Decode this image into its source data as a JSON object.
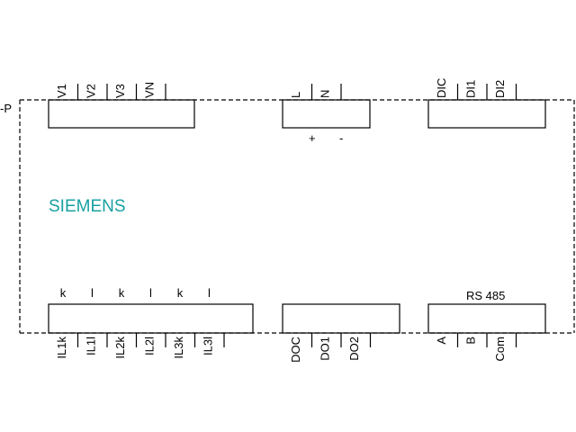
{
  "device": {
    "tag": "-P",
    "brand": "SIEMENS",
    "brand_color": "#19a0a0"
  },
  "top_left_terminals": [
    "V1",
    "V2",
    "V3",
    "VN"
  ],
  "top_mid_terminals": [
    "L",
    "N"
  ],
  "polarity": {
    "plus": "+",
    "minus": "-"
  },
  "top_right_terminals": [
    "DIC",
    "DI1",
    "DI2"
  ],
  "ct_markers": [
    "k",
    "l",
    "k",
    "l",
    "k",
    "l"
  ],
  "bottom_left_terminals": [
    "IL1k",
    "IL1l",
    "IL2k",
    "IL2l",
    "IL3k",
    "IL3l"
  ],
  "bottom_mid_terminals": [
    "DOC",
    "DO1",
    "DO2"
  ],
  "rs485_label": "RS 485",
  "bottom_right_terminals": [
    "A",
    "B",
    "Com"
  ]
}
